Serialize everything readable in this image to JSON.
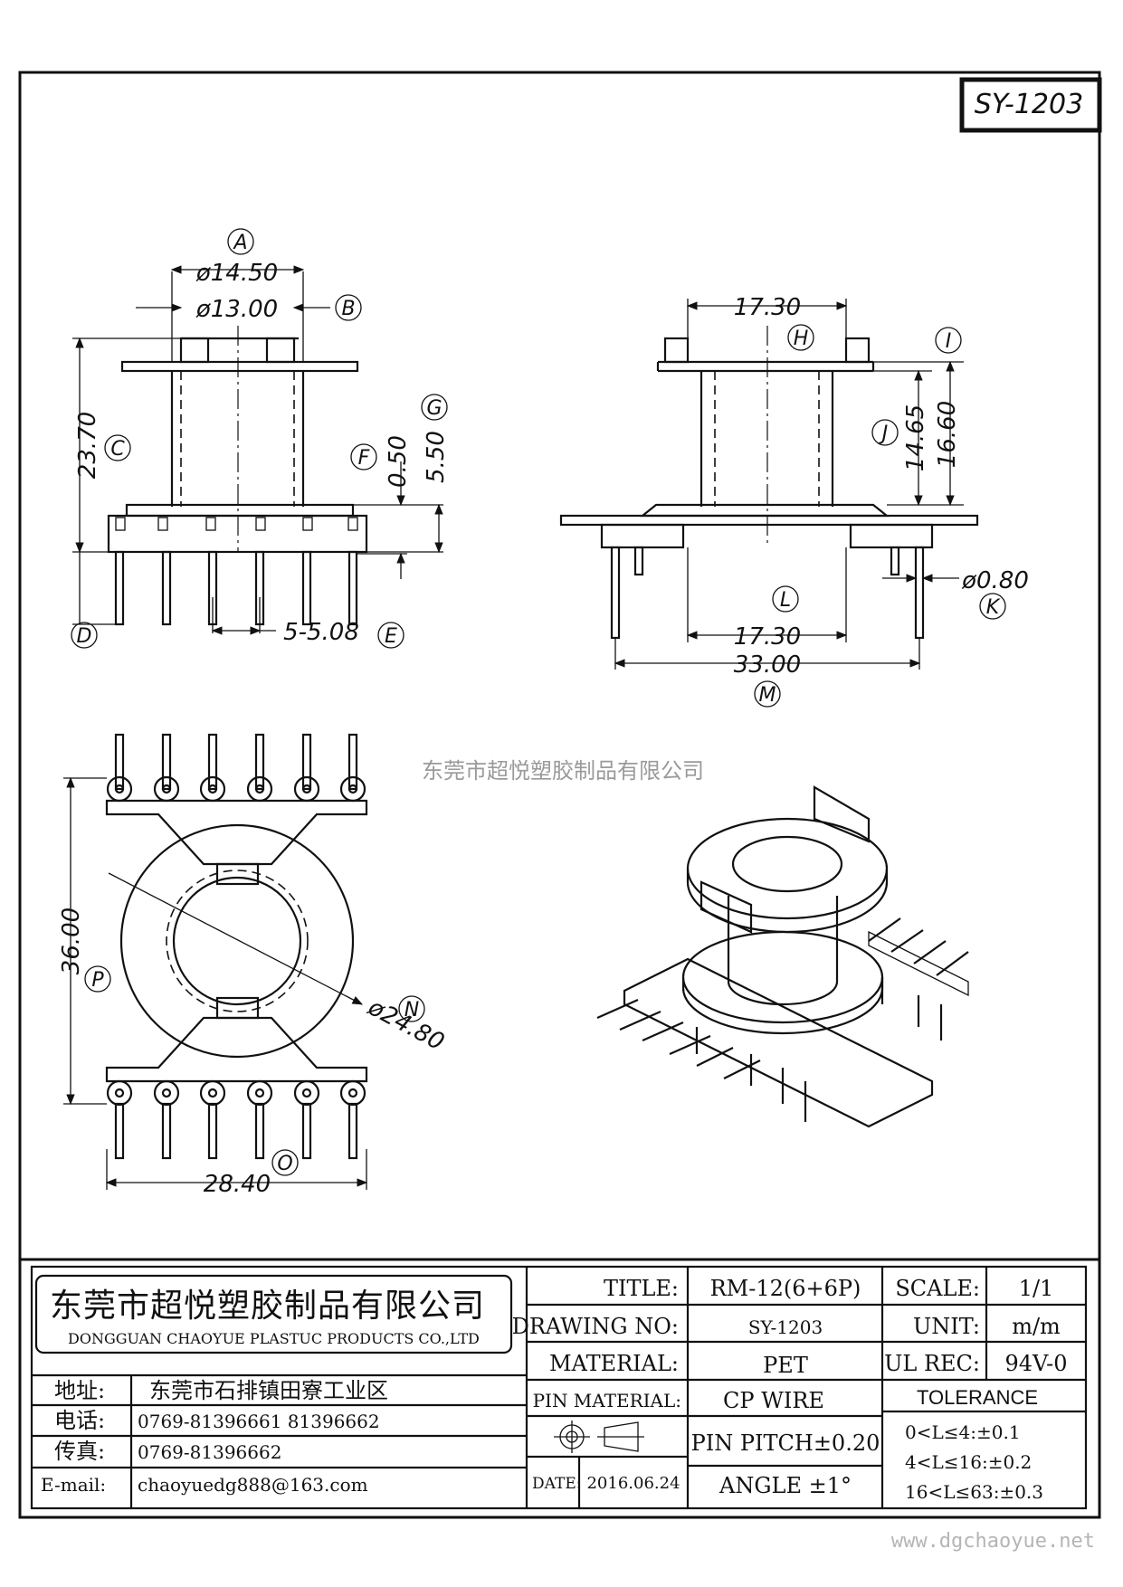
{
  "drawing_number_box": "SY-1203",
  "watermark_center": "东莞市超悦塑胶制品有限公司",
  "watermark_footer": "www.dgchaoyue.net",
  "front_view": {
    "dim_outer_dia": "ø14.50",
    "dim_inner_dia": "ø13.00",
    "dim_height": "23.70",
    "dim_flange": "0.50",
    "dim_base": "5.50",
    "dim_pitch": "5-5.08",
    "labels": {
      "A": "A",
      "B": "B",
      "C": "C",
      "D": "D",
      "E": "E",
      "F": "F",
      "G": "G"
    }
  },
  "side_view": {
    "dim_top_width": "17.30",
    "dim_inner_height": "14.65",
    "dim_total_height": "16.60",
    "dim_pin_dia": "ø0.80",
    "dim_bottom_width": "17.30",
    "dim_overall": "33.00",
    "labels": {
      "H": "H",
      "I": "I",
      "J": "J",
      "K": "K",
      "L": "L",
      "M": "M"
    }
  },
  "bottom_view": {
    "dim_height": "36.00",
    "dim_dia": "ø24.80",
    "dim_width": "28.40",
    "labels": {
      "N": "N",
      "O": "O",
      "P": "P"
    }
  },
  "title_block": {
    "company_cn": "东莞市超悦塑胶制品有限公司",
    "company_en": "DONGGUAN CHAOYUE PLASTUC PRODUCTS CO.,LTD",
    "address_label": "地址:",
    "address_value": "东莞市石排镇田寮工业区",
    "phone_label": "电话:",
    "phone_value": "0769-81396661   81396662",
    "fax_label": "传真:",
    "fax_value": "0769-81396662",
    "email_label": "E-mail:",
    "email_value": "chaoyuedg888@163.com",
    "title_label": "TITLE:",
    "title_value": "RM-12(6+6P)",
    "drawing_no_label": "DRAWING NO:",
    "drawing_no_value": "SY-1203",
    "material_label": "MATERIAL:",
    "material_value": "PET",
    "pin_material_label": "PIN MATERIAL:",
    "pin_material_value": "CP WIRE",
    "pin_pitch": "PIN PITCH±0.20",
    "date_label": "DATE:",
    "date_value": "2016.06.24",
    "angle": "ANGLE  ±1°",
    "scale_label": "SCALE:",
    "scale_value": "1/1",
    "unit_label": "UNIT:",
    "unit_value": "m/m",
    "ul_label": "UL REC:",
    "ul_value": "94V-0",
    "tolerance_title": "TOLERANCE",
    "tol_1": "0<L≤4:±0.1",
    "tol_2": "4<L≤16:±0.2",
    "tol_3": "16<L≤63:±0.3"
  }
}
